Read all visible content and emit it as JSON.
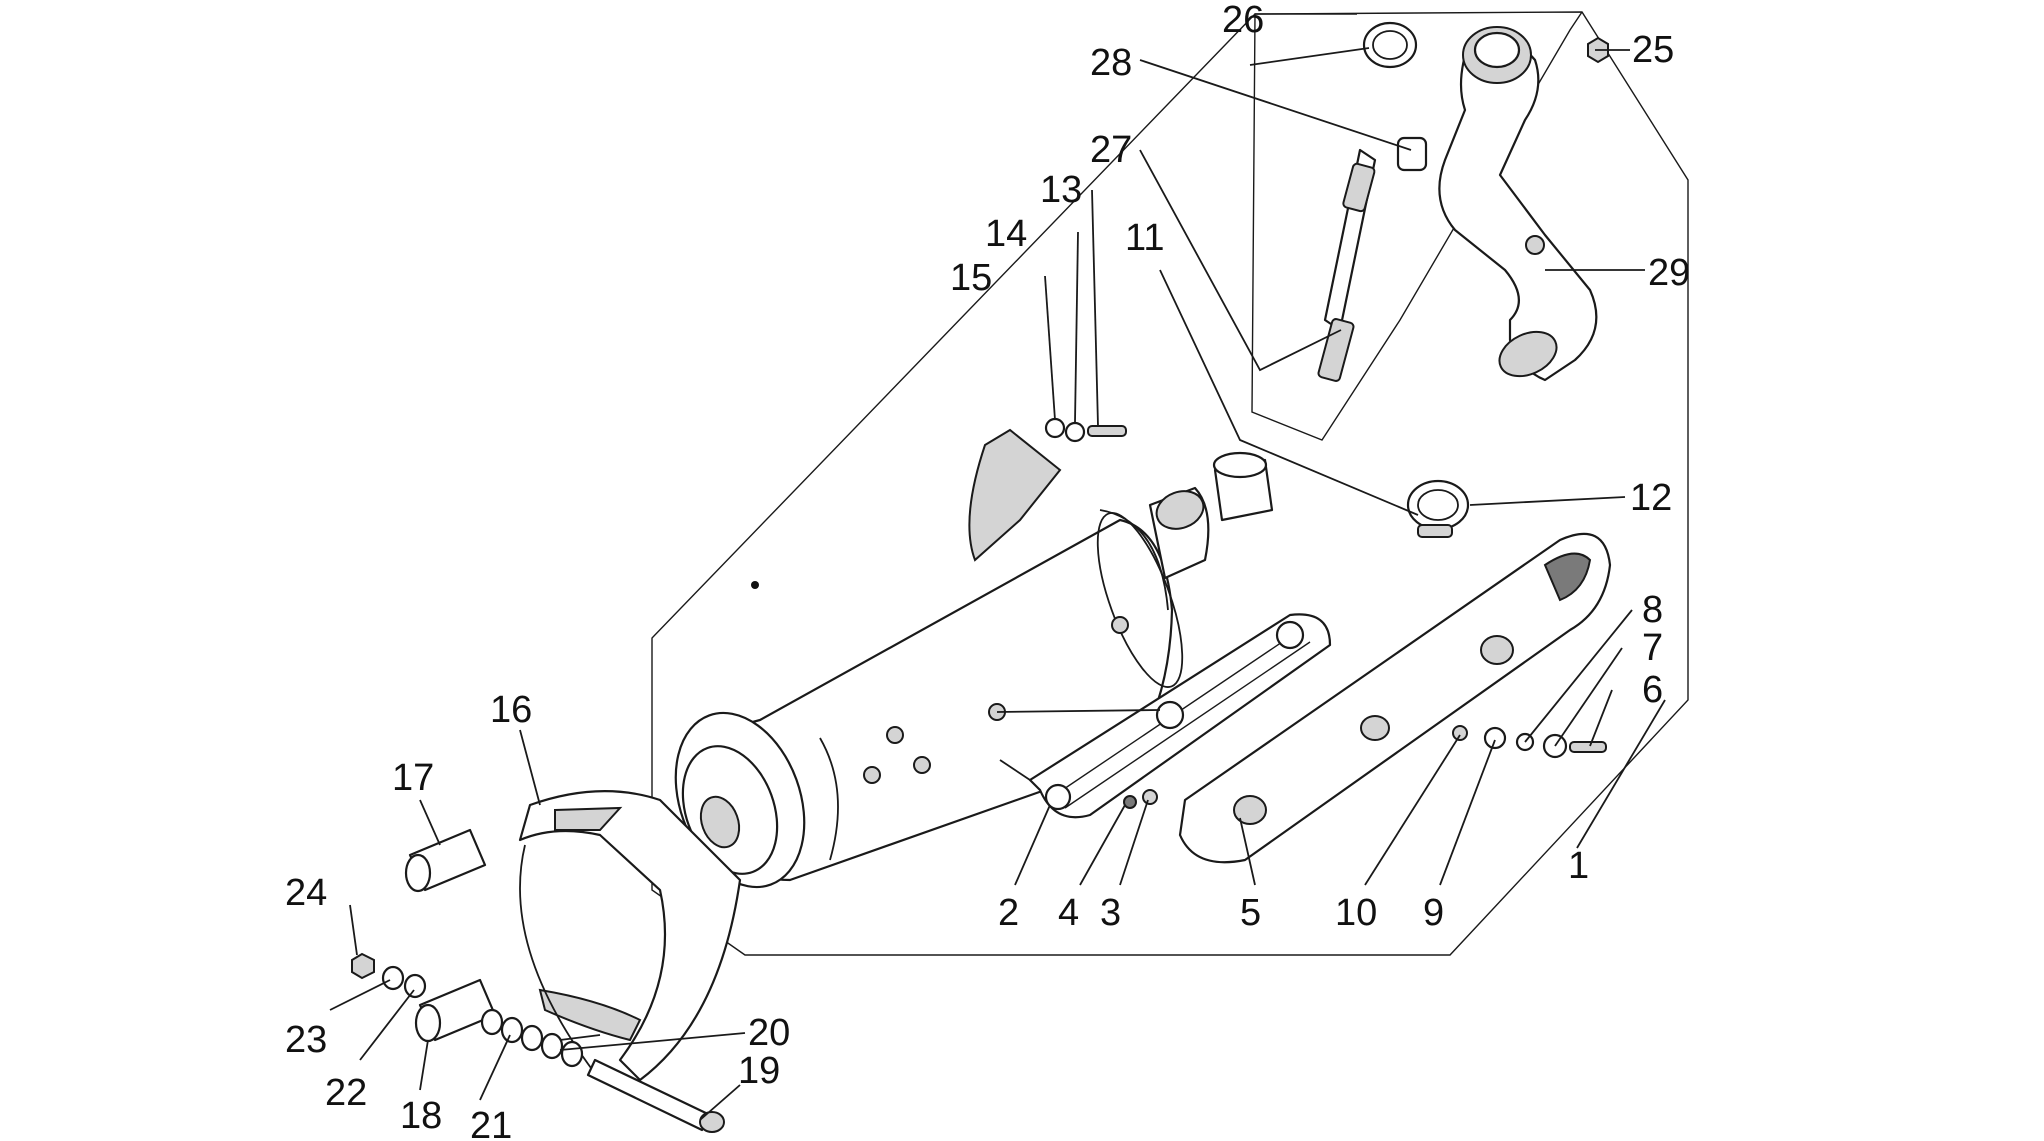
{
  "diagram": {
    "callouts": [
      {
        "id": "1",
        "text": "1"
      },
      {
        "id": "2",
        "text": "2"
      },
      {
        "id": "3",
        "text": "3"
      },
      {
        "id": "4",
        "text": "4"
      },
      {
        "id": "5",
        "text": "5"
      },
      {
        "id": "6",
        "text": "6"
      },
      {
        "id": "7",
        "text": "7"
      },
      {
        "id": "8",
        "text": "8"
      },
      {
        "id": "9",
        "text": "9"
      },
      {
        "id": "10",
        "text": "10"
      },
      {
        "id": "11",
        "text": "11"
      },
      {
        "id": "12",
        "text": "12"
      },
      {
        "id": "13",
        "text": "13"
      },
      {
        "id": "14",
        "text": "14"
      },
      {
        "id": "15",
        "text": "15"
      },
      {
        "id": "16",
        "text": "16"
      },
      {
        "id": "17",
        "text": "17"
      },
      {
        "id": "18",
        "text": "18"
      },
      {
        "id": "19",
        "text": "19"
      },
      {
        "id": "20",
        "text": "20"
      },
      {
        "id": "21",
        "text": "21"
      },
      {
        "id": "22",
        "text": "22"
      },
      {
        "id": "23",
        "text": "23"
      },
      {
        "id": "24",
        "text": "24"
      },
      {
        "id": "25",
        "text": "25"
      },
      {
        "id": "26",
        "text": "26"
      },
      {
        "id": "27",
        "text": "27"
      },
      {
        "id": "28",
        "text": "28"
      },
      {
        "id": "29",
        "text": "29"
      }
    ]
  }
}
